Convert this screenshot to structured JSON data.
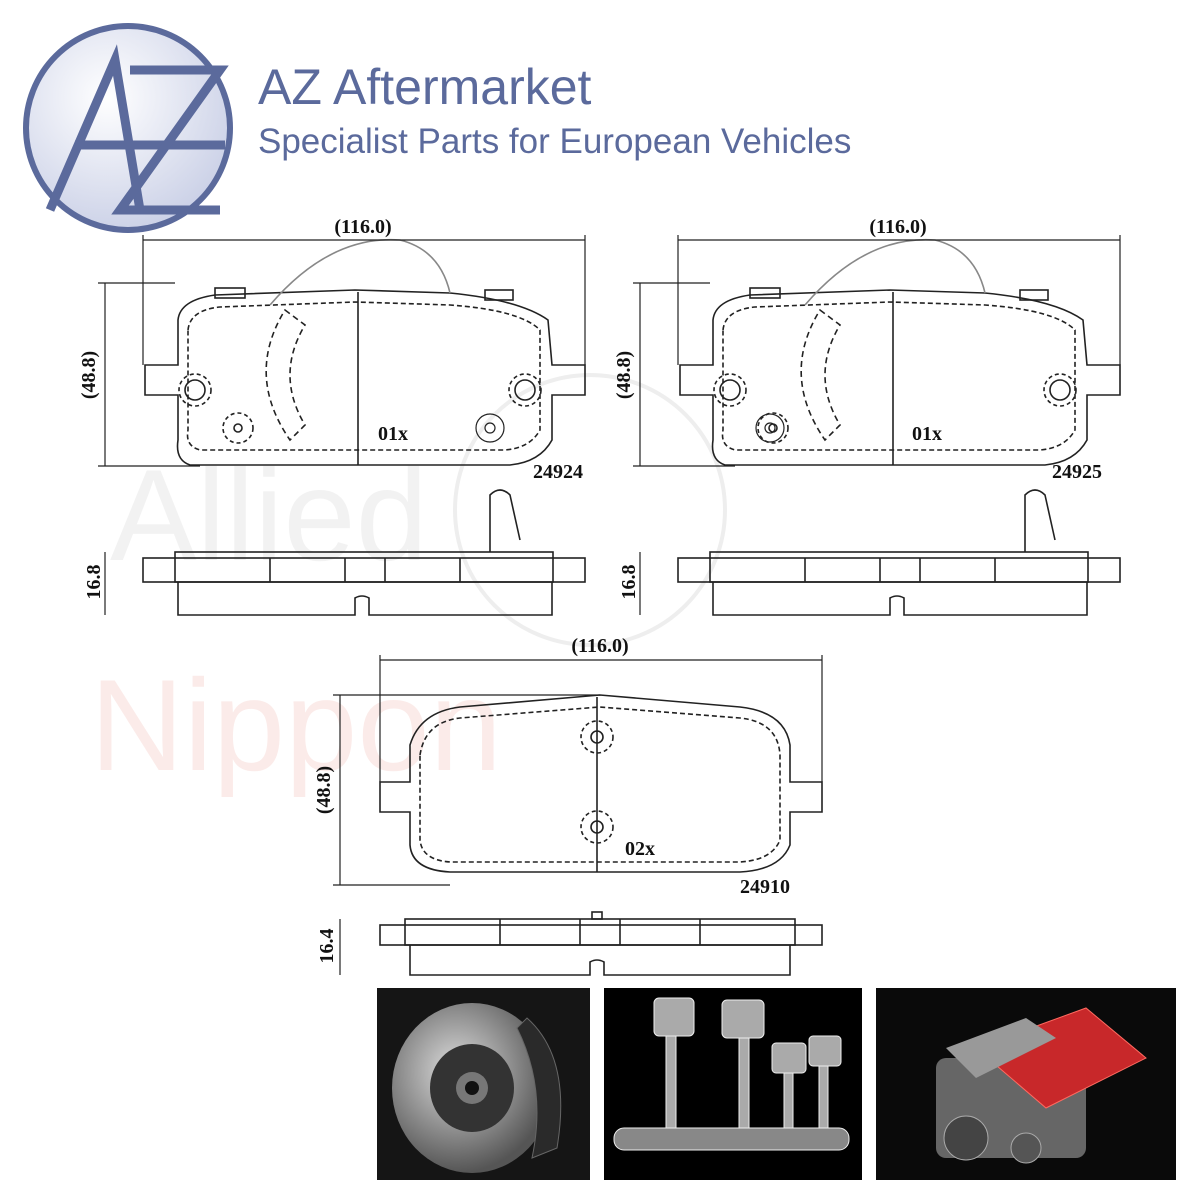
{
  "brand": {
    "logo_text": "AZ",
    "title": "AZ Aftermarket",
    "subtitle": "Specialist Parts for European Vehicles",
    "color": "#5b6a9c"
  },
  "watermark": {
    "text_line1": "Allied",
    "text_line2": "Nippon"
  },
  "drawings": [
    {
      "width_dim": "(116.0)",
      "height_dim": "(48.8)",
      "thickness_dim": "16.8",
      "qty": "01x",
      "part_no": "24924"
    },
    {
      "width_dim": "(116.0)",
      "height_dim": "(48.8)",
      "thickness_dim": "16.8",
      "qty": "01x",
      "part_no": "24925"
    },
    {
      "width_dim": "(116.0)",
      "height_dim": "(48.8)",
      "thickness_dim": "16.4",
      "qty": "02x",
      "part_no": "24910"
    }
  ],
  "photos": [
    {
      "icon": "brake-disc-photo"
    },
    {
      "icon": "pistons-photo"
    },
    {
      "icon": "engine-photo"
    }
  ]
}
